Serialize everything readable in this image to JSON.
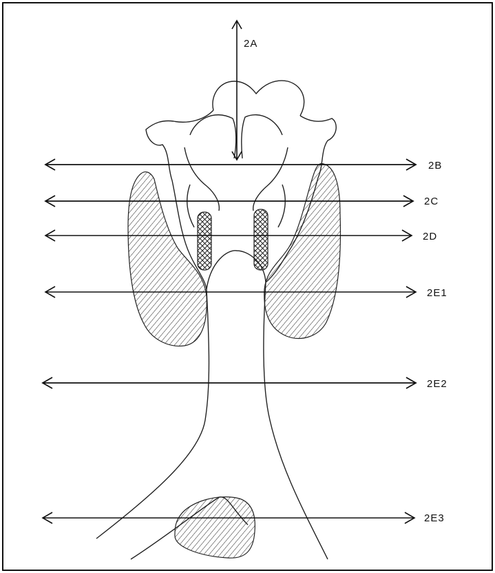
{
  "diagram": {
    "labels": {
      "a": "2A",
      "b": "2B",
      "c": "2C",
      "d": "2D",
      "e1": "2E1",
      "e2": "2E2",
      "e3": "2E3"
    }
  }
}
